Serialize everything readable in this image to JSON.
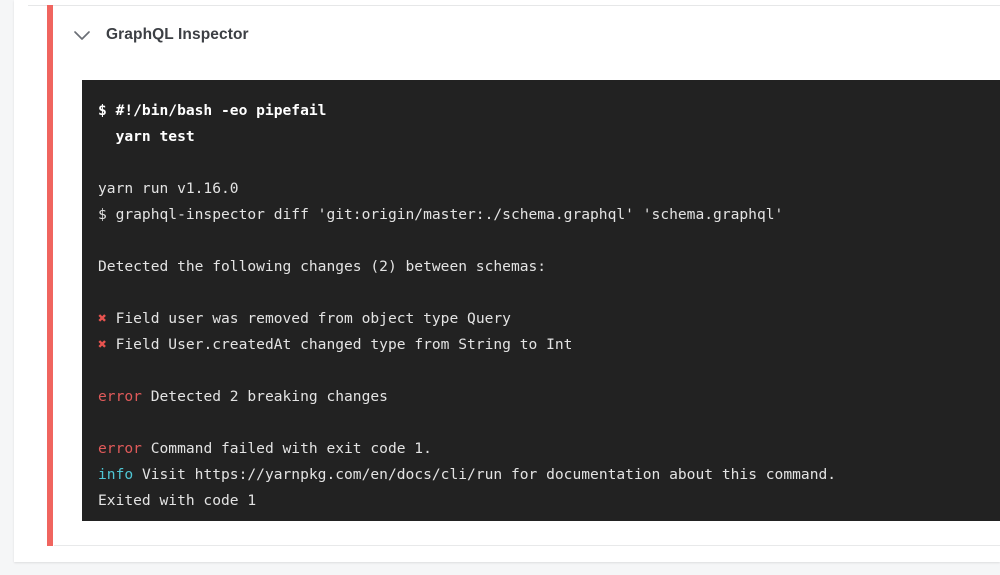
{
  "job": {
    "title": "GraphQL Inspector",
    "toggle_icon": "chevron-down-icon",
    "status_color": "#f0655f"
  },
  "console": {
    "background_color": "#222222",
    "default_text_color": "#e6e6e6",
    "error_color": "#e05a5a",
    "info_color": "#4fc6d4",
    "mark_color": "#e8534f",
    "mark_glyph": "✖",
    "lines": [
      {
        "segments": [
          {
            "style": "bold",
            "text": "$ #!/bin/bash -eo pipefail"
          }
        ]
      },
      {
        "segments": [
          {
            "style": "bold",
            "text": "  yarn test"
          }
        ]
      },
      {
        "segments": [
          {
            "style": "normal",
            "text": ""
          }
        ]
      },
      {
        "segments": [
          {
            "style": "normal",
            "text": "yarn run v1.16.0"
          }
        ]
      },
      {
        "segments": [
          {
            "style": "normal",
            "text": "$ graphql-inspector diff 'git:origin/master:./schema.graphql' 'schema.graphql'"
          }
        ]
      },
      {
        "segments": [
          {
            "style": "normal",
            "text": ""
          }
        ]
      },
      {
        "segments": [
          {
            "style": "normal",
            "text": "Detected the following changes (2) between schemas:"
          }
        ]
      },
      {
        "segments": [
          {
            "style": "normal",
            "text": ""
          }
        ]
      },
      {
        "segments": [
          {
            "style": "mark",
            "text": "✖"
          },
          {
            "style": "normal",
            "text": " Field user was removed from object type Query"
          }
        ]
      },
      {
        "segments": [
          {
            "style": "mark",
            "text": "✖"
          },
          {
            "style": "normal",
            "text": " Field User.createdAt changed type from String to Int"
          }
        ]
      },
      {
        "segments": [
          {
            "style": "normal",
            "text": ""
          }
        ]
      },
      {
        "segments": [
          {
            "style": "error",
            "text": "error"
          },
          {
            "style": "normal",
            "text": " Detected 2 breaking changes"
          }
        ]
      },
      {
        "segments": [
          {
            "style": "normal",
            "text": ""
          }
        ]
      },
      {
        "segments": [
          {
            "style": "error",
            "text": "error"
          },
          {
            "style": "normal",
            "text": " Command failed with exit code 1."
          }
        ]
      },
      {
        "segments": [
          {
            "style": "info",
            "text": "info"
          },
          {
            "style": "normal",
            "text": " Visit https://yarnpkg.com/en/docs/cli/run for documentation about this command."
          }
        ]
      },
      {
        "segments": [
          {
            "style": "normal",
            "text": "Exited with code 1"
          }
        ]
      }
    ]
  }
}
